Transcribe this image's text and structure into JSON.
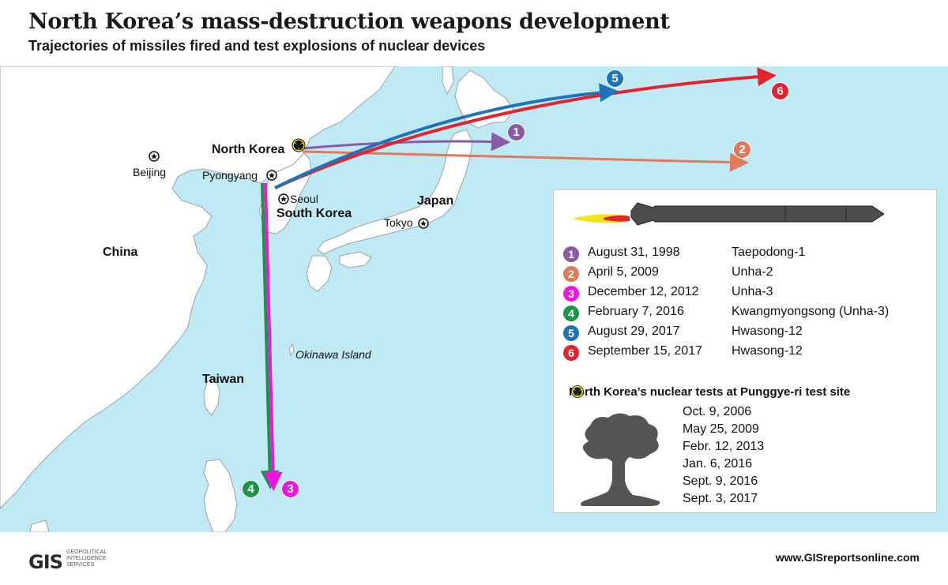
{
  "header": {
    "title": "North Korea’s mass-destruction weapons development",
    "subtitle": "Trajectories of missiles fired and test explosions of nuclear devices"
  },
  "map": {
    "countries": {
      "north_korea": "North Korea",
      "south_korea": "South Korea",
      "china": "China",
      "japan": "Japan",
      "taiwan": "Taiwan"
    },
    "cities": {
      "beijing": "Beijing",
      "pyongyang": "Pyongyang",
      "seoul": "Seoul",
      "tokyo": "Tokyo"
    },
    "islands": {
      "okinawa": "Okinawa Island"
    },
    "trajectory_markers": [
      "1",
      "2",
      "3",
      "4",
      "5",
      "6"
    ]
  },
  "legend": {
    "launches": [
      {
        "num": "1",
        "date": "August 31, 1998",
        "missile": "Taepodong-1",
        "color": "#8a5aa8"
      },
      {
        "num": "2",
        "date": "April 5, 2009",
        "missile": "Unha-2",
        "color": "#e07a5f"
      },
      {
        "num": "3",
        "date": "December 12, 2012",
        "missile": "Unha-3",
        "color": "#ee16e0"
      },
      {
        "num": "4",
        "date": "February 7, 2016",
        "missile": "Kwangmyongsong (Unha-3)",
        "color": "#1a9447"
      },
      {
        "num": "5",
        "date": "August 29, 2017",
        "missile": "Hwasong-12",
        "color": "#1f73b7"
      },
      {
        "num": "6",
        "date": "September 15, 2017",
        "missile": "Hwasong-12",
        "color": "#e3232f"
      }
    ],
    "nuclear_tests_title": "North Korea’s nuclear tests at Punggye-ri test site",
    "nuclear_tests": [
      "Oct. 9, 2006",
      "May 25, 2009",
      "Febr. 12, 2013",
      "Jan. 6, 2016",
      "Sept. 9, 2016",
      "Sept. 3, 2017"
    ]
  },
  "footer": {
    "logo": "GIS",
    "logo_text": "GEOPOLITICAL INTELLIGENCE SERVICES",
    "url": "www.GISreportsonline.com"
  },
  "colors": {
    "sea": "#bfe9f3",
    "land": "#ffffff",
    "coast": "#9aa3a8"
  },
  "icons": [
    "radiation-icon",
    "capital-star-icon",
    "missile-icon",
    "mushroom-cloud-icon"
  ]
}
